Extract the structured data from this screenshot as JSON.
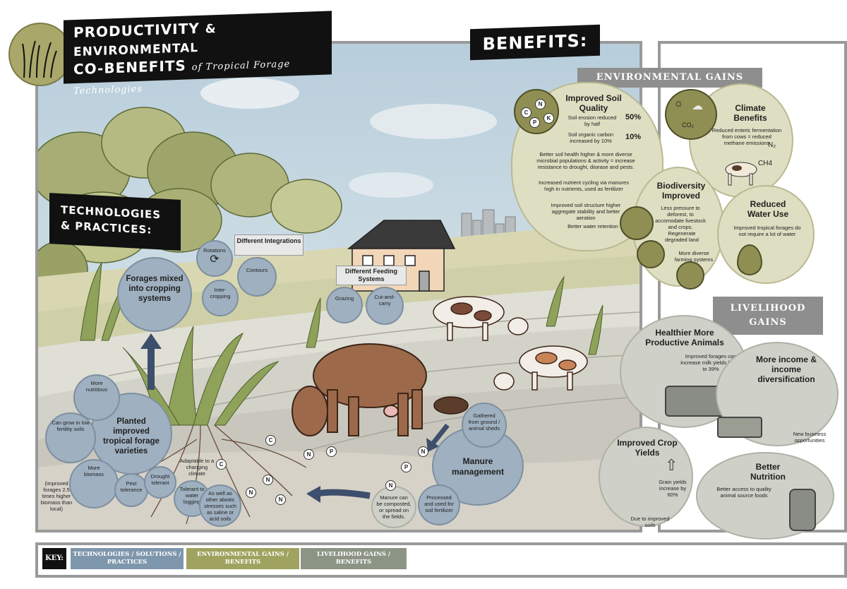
{
  "title": {
    "line1": "Productivity",
    "amp": "& Environmental",
    "line2": "Co-Benefits",
    "subtitle": "of Tropical Forage Technologies"
  },
  "benefits_banner": "Benefits:",
  "technologies_banner": {
    "line1": "Technologies",
    "line2": "& Practices:"
  },
  "environmental_gains": "Environmental Gains",
  "livelihood_gains": {
    "line1": "Livelihood",
    "line2": "Gains"
  },
  "forages_mixed": {
    "title": "Forages mixed into cropping systems"
  },
  "integrations": {
    "title": "Different Integrations",
    "rotations": "Rotations",
    "intercropping": "Inter-cropping",
    "contours": "Contours"
  },
  "feeding": {
    "title": "Different Feeding Systems",
    "grazing": "Grazing",
    "cut_and_carry": "Cut-and-carry"
  },
  "planted": {
    "title": "Planted improved tropical forage varieties",
    "more_nutritious": "More nutritious",
    "low_fertility": "Can grow in low fertility soils",
    "more_biomass": "More biomass",
    "more_biomass_note": "(improved forages 2.5 times higher biomass than local)",
    "pest": "Pest tolerance",
    "drought": "Drought tolerant",
    "changing_climate": "Adaptable to a changing climate",
    "waterlogging": "Tolerant to water logging",
    "abiotic": "As well as other abiotic stresses such as saline or acid soils"
  },
  "manure": {
    "title": "Manure management",
    "gathered": "Gathered from ground / animal sheds",
    "composted": "Manure can be composted, or spread on the fields.",
    "processed": "Processed and used for soil fertilizer"
  },
  "soil_quality": {
    "title": "Improved Soil Quality",
    "erosion": "Soil erosion reduced by half",
    "erosion_value": "50%",
    "carbon": "Soil organic carbon increased by 10%",
    "carbon_value": "10%",
    "health": "Better soil health higher & more diverse microbial populations & activity = increase resistance to drought, disease and pests.",
    "cycling": "Increased nutrient cycling via manures high in nutrients, used as fertilizer",
    "structure": "Improved soil structure higher aggregate stability and better aeration",
    "water": "Better water retention",
    "nutrients": [
      "C",
      "N",
      "P",
      "K"
    ]
  },
  "climate": {
    "title": "Climate Benefits",
    "text": "Reduced enteric fermentation from cows = reduced methane emissions",
    "n2": "N₂",
    "ch4": "CH4",
    "co2": "CO₂"
  },
  "biodiversity": {
    "title": "Biodiversity Improved",
    "deforest": "Less pressure to deforest, to accomodate livestock and crops.",
    "regenerate": "Regenerate degraded land",
    "diverse": "More diverse farming systems"
  },
  "water_use": {
    "title": "Reduced Water Use",
    "text": "Improved tropical forages do not require a lot of water"
  },
  "animals": {
    "title": "Healthier More Productive Animals",
    "text": "Improved forages can increase milk yields by up to 39%"
  },
  "income": {
    "title": "More income & income diversification",
    "text": "New business opportunities"
  },
  "crop_yields": {
    "title": "Improved Crop Yields",
    "text": "Grain yields increase by 60%",
    "soils": "Due to improved soils"
  },
  "nutrition": {
    "title": "Better Nutrition",
    "text": "Better access to quality animal source foods"
  },
  "key": {
    "label": "KEY:",
    "tech": "Technologies / solutions / practices",
    "env": "Environmental gains / benefits",
    "live": "Livelihood gains / benefits"
  },
  "colors": {
    "tech": "#9fb0c0",
    "env": "#dedec2",
    "live": "#cfd1c8",
    "tech_key": "#7f97ad",
    "env_key": "#a0a35f",
    "live_key": "#8c9486"
  },
  "soil_nutrients": [
    "C",
    "N",
    "P",
    "N",
    "N",
    "P",
    "N",
    "C",
    "N",
    "N"
  ]
}
